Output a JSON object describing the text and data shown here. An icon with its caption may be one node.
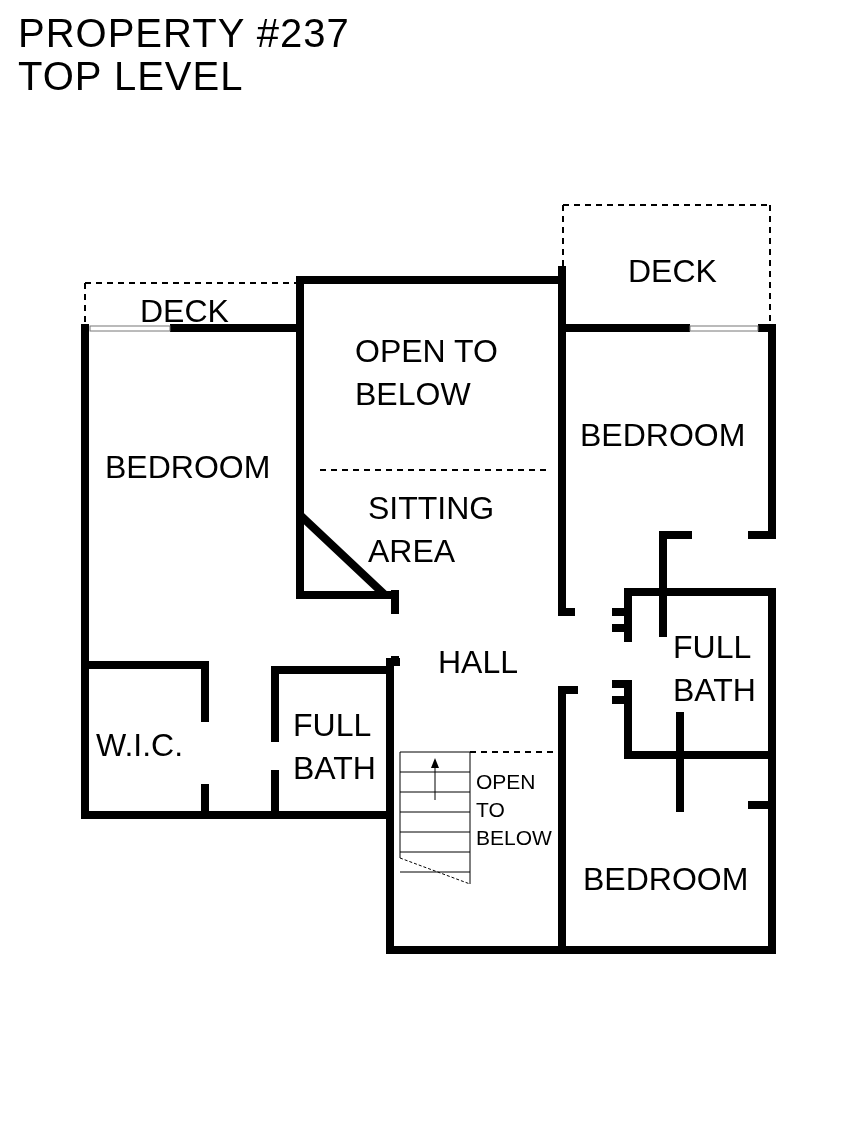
{
  "diagram": {
    "title": "PROPERTY #237 TOP LEVEL",
    "labels": [
      "DECK",
      "DECK",
      "OPEN TO BELOW",
      "BEDROOM",
      "BEDROOM",
      "SITTING AREA",
      "HALL",
      "FULL BATH",
      "W.I.C.",
      "FULL BATH",
      "OPEN TO BELOW",
      "BEDROOM"
    ]
  }
}
